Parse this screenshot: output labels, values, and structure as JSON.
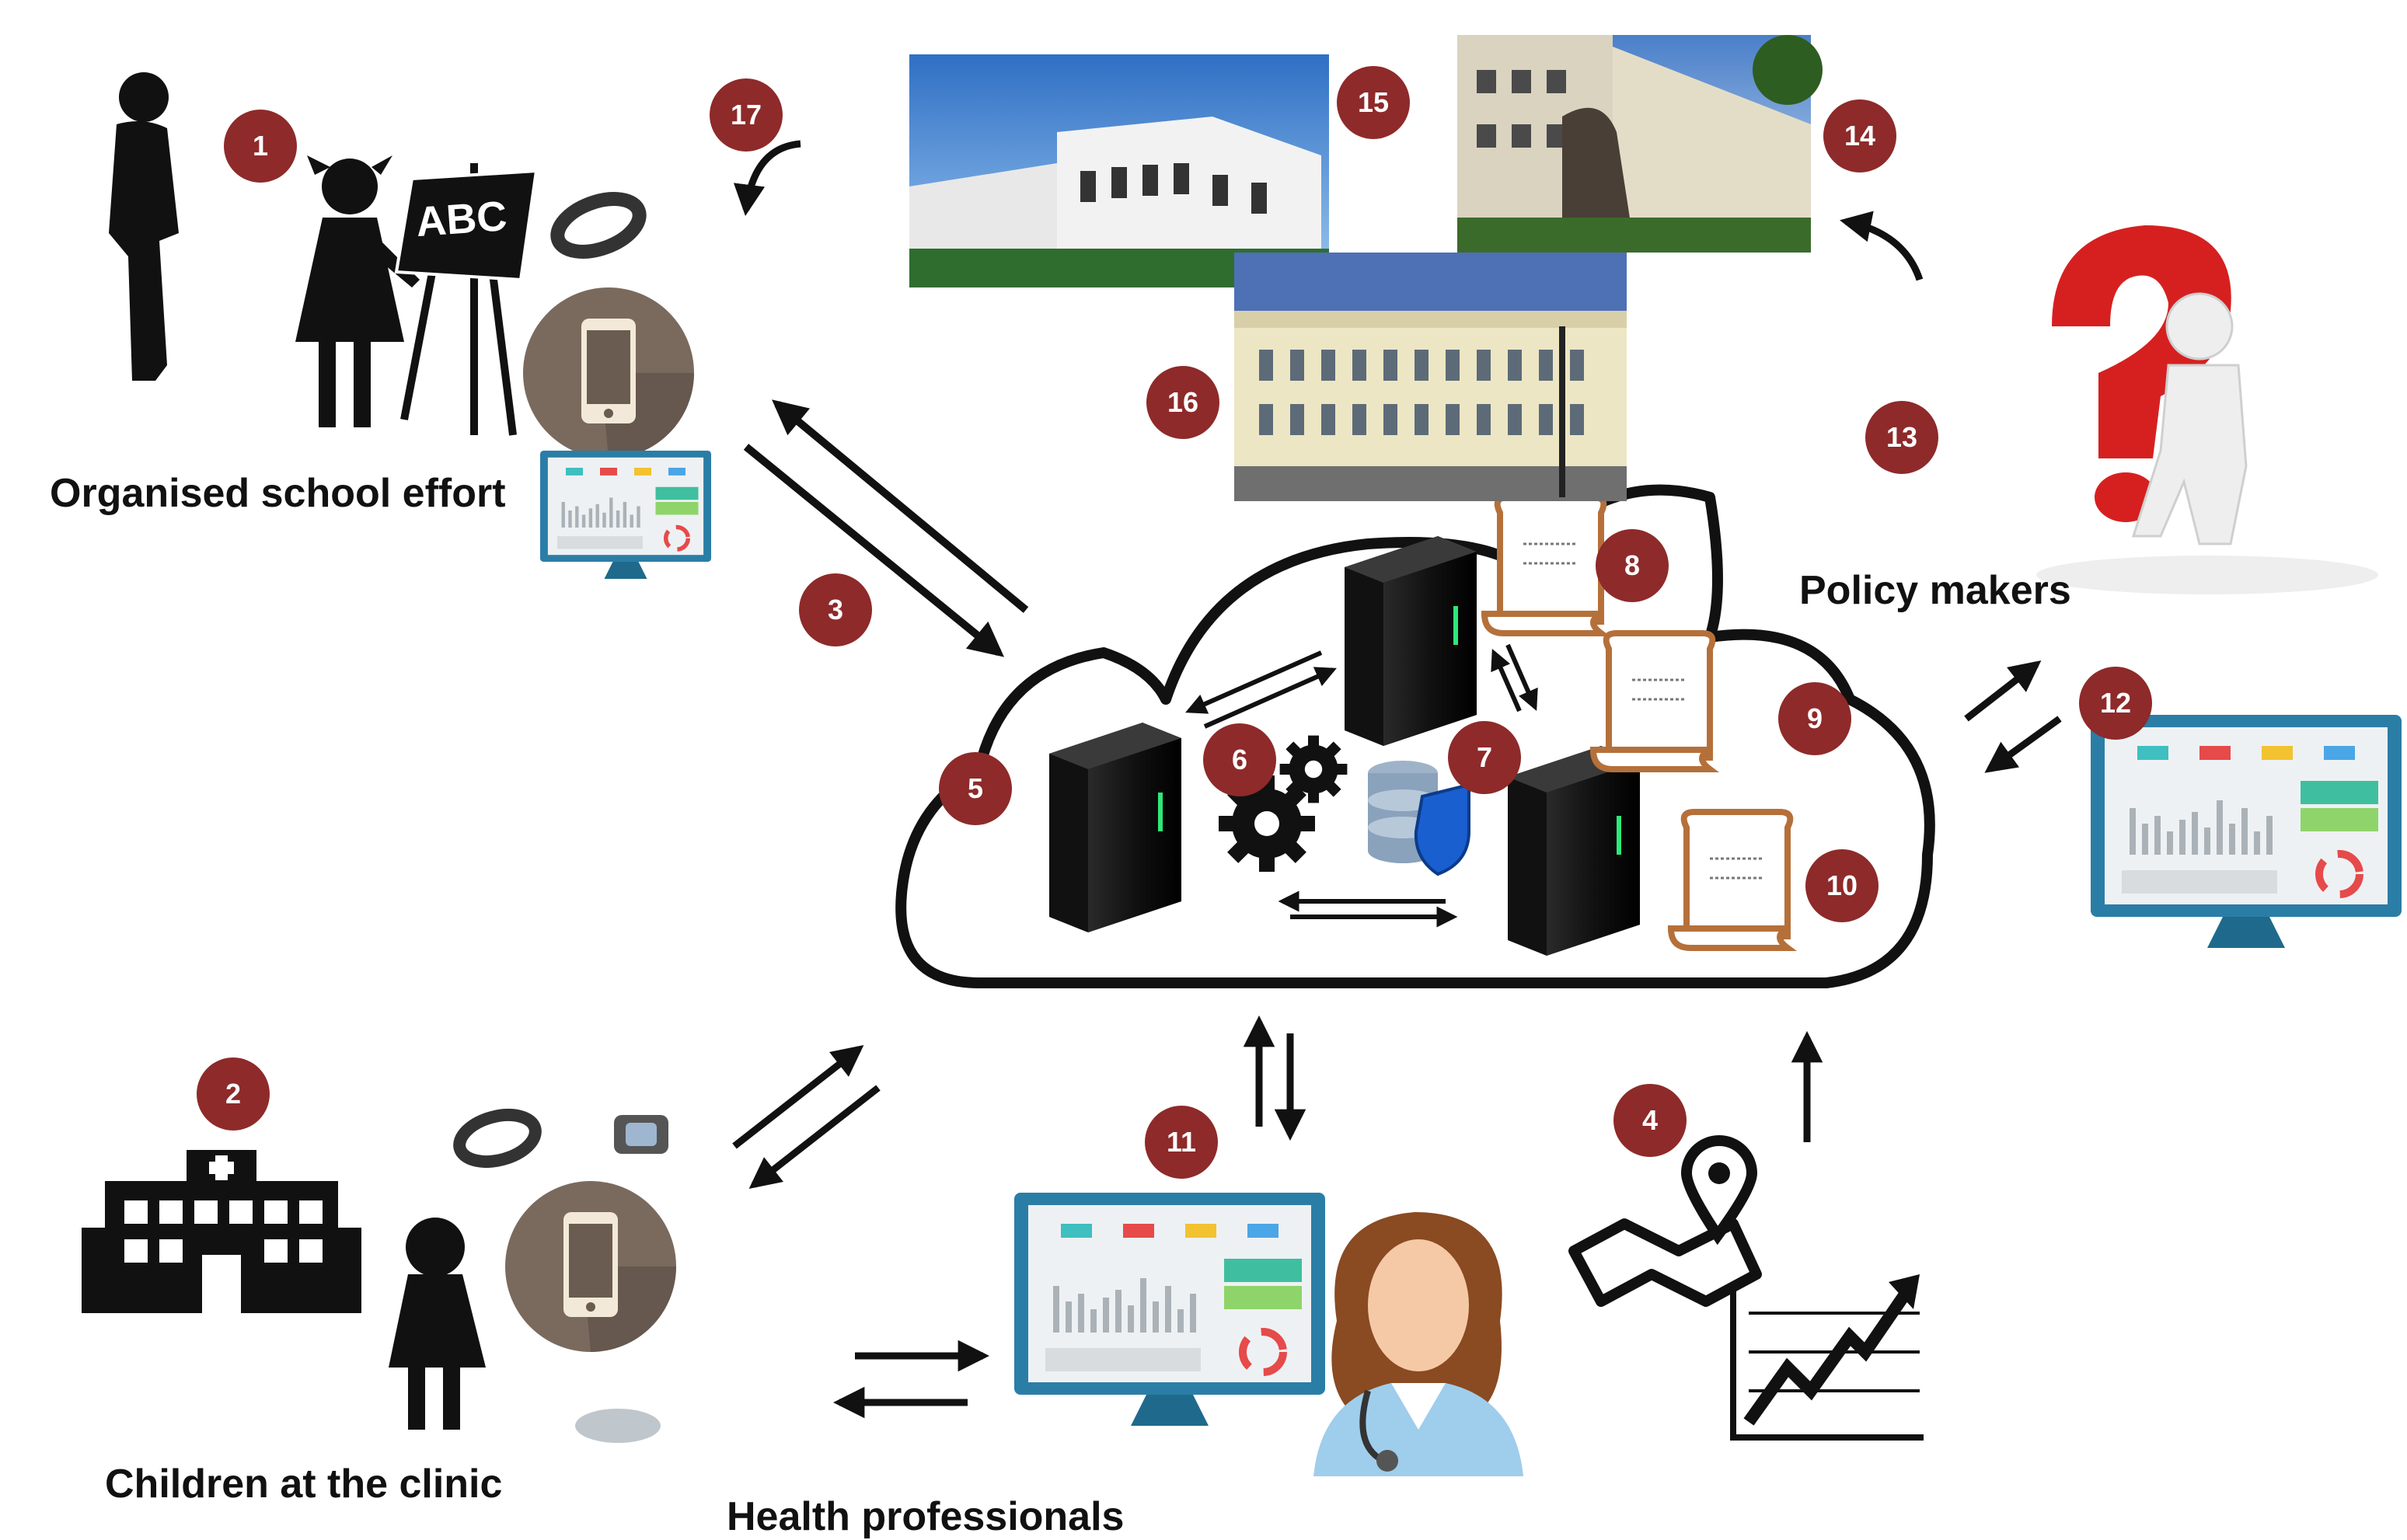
{
  "labels": {
    "school": "Organised school effort",
    "clinic": "Children at the clinic",
    "health": "Health professionals",
    "policy": "Policy makers"
  },
  "blackboard_text": "ABC",
  "badges": [
    "1",
    "2",
    "3",
    "4",
    "5",
    "6",
    "7",
    "8",
    "9",
    "10",
    "11",
    "12",
    "13",
    "14",
    "15",
    "16",
    "17"
  ],
  "colors": {
    "badge": "#8e2a2a",
    "cloud_outline": "#111111",
    "dashboard_frame": "#2a7ea6",
    "scroll": "#b5703a",
    "question_mark": "#d62020"
  },
  "icons": [
    "silhouette-adult-icon",
    "silhouette-child-icon",
    "blackboard-icon",
    "wristband-icon",
    "smartphone-icon",
    "dashboard-monitor-icon",
    "hospital-icon",
    "server-icon",
    "gears-icon",
    "secure-database-icon",
    "document-scroll-icon",
    "doctor-icon",
    "map-pin-icon",
    "rising-chart-icon",
    "question-mark-figure-icon",
    "building-photo"
  ]
}
